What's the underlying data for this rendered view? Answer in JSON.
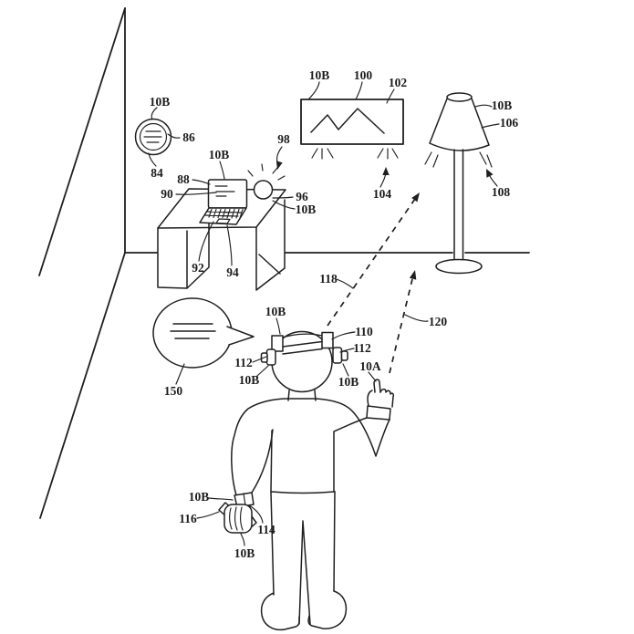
{
  "figure": {
    "background_color": "#ffffff",
    "line_color": "#1f1f1f"
  },
  "labels": {
    "clock_ref": "10B",
    "clock": "86",
    "clock_base": "84",
    "laptop_lid": "88",
    "laptop_screen": "90",
    "laptop_ref": "10B",
    "glow": "98",
    "sphere": "96",
    "sphere_ref": "10B",
    "keyboard": "92",
    "trackpad": "94",
    "picture_ref": "10B",
    "picture": "100",
    "picture_frame": "102",
    "picture_light": "104",
    "lamp_ref": "10B",
    "lamp_shade": "106",
    "lamp_light": "108",
    "gaze_arrow": "118",
    "point_arrow": "120",
    "hmd_top_ref": "10B",
    "hmd_band": "110",
    "hmd_right_112": "112",
    "hmd_left_112": "112",
    "hmd_left_ref": "10B",
    "hmd_right_ref": "10B",
    "hand": "10A",
    "speech_bubble": "150",
    "wrist_ref": "10B",
    "controller": "116",
    "wristband": "114",
    "controller_ref": "10B"
  }
}
